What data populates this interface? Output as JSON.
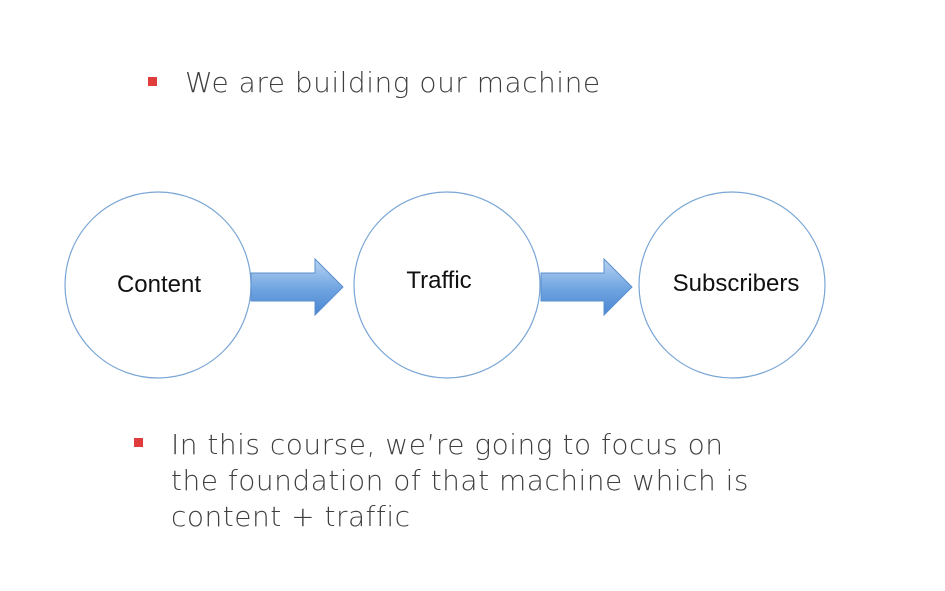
{
  "bullets": {
    "top": "We are building our machine",
    "bottom": "In this course, we’re going to focus on the foundation of that machine which is content + traffic"
  },
  "diagram": {
    "nodes": [
      {
        "label": "Content"
      },
      {
        "label": "Traffic"
      },
      {
        "label": "Subscribers"
      }
    ]
  },
  "colors": {
    "bullet": "#e03c3c",
    "circle_stroke": "#7aa6d6",
    "arrow_light": "#a9c9ee",
    "arrow_dark": "#4f8fda",
    "text": "#3f3f3f"
  }
}
